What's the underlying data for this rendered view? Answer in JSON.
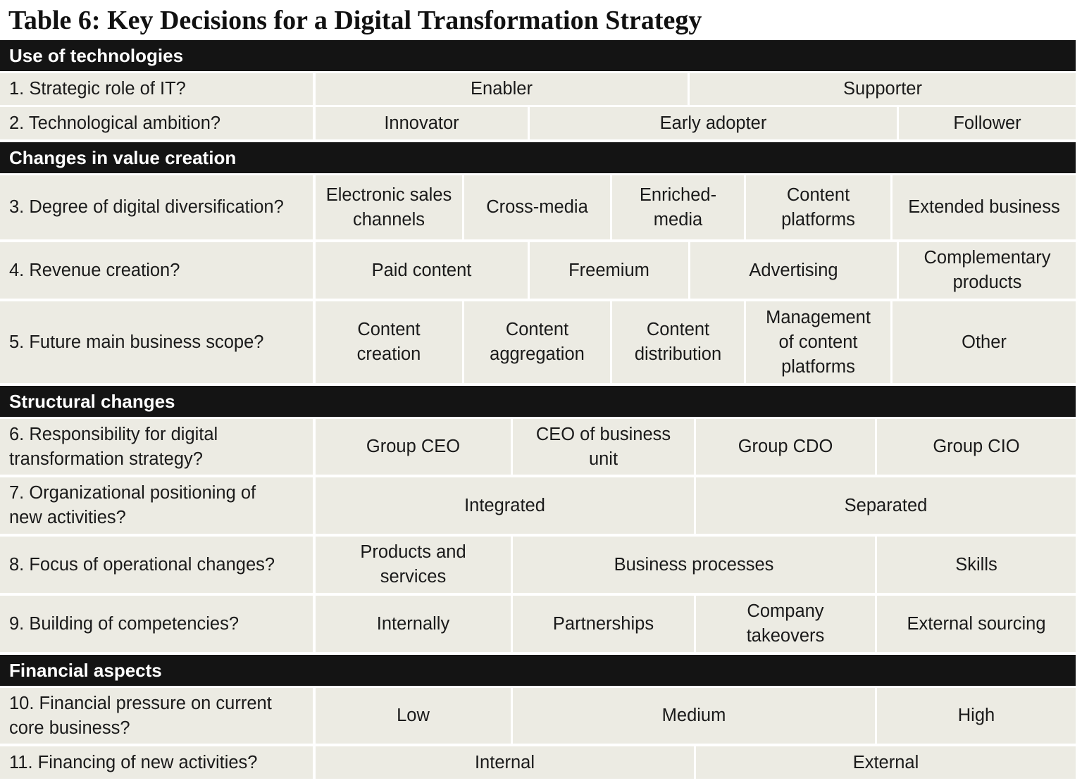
{
  "title": "Table 6: Key Decisions for a Digital Transformation Strategy",
  "sections": [
    {
      "label": "Use of technologies"
    },
    {
      "label": "Changes in value creation"
    },
    {
      "label": "Structural changes"
    },
    {
      "label": "Financial aspects"
    }
  ],
  "rows": [
    {
      "question": "1. Strategic role of IT?",
      "options": [
        "Enabler",
        "Supporter"
      ]
    },
    {
      "question": "2. Technological ambition?",
      "options": [
        "Innovator",
        "Early adopter",
        "Follower"
      ]
    },
    {
      "question": "3. Degree of digital diversification?",
      "options": [
        "Electronic sales\nchannels",
        "Cross-media",
        "Enriched-\nmedia",
        "Content\nplatforms",
        "Extended business"
      ]
    },
    {
      "question": "4. Revenue creation?",
      "options": [
        "Paid content",
        "Freemium",
        "Advertising",
        "Complementary\nproducts"
      ]
    },
    {
      "question": "5. Future main business scope?",
      "options": [
        "Content\ncreation",
        "Content\naggregation",
        "Content\ndistribution",
        "Management\nof content\nplatforms",
        "Other"
      ]
    },
    {
      "question": "6. Responsibility for digital\ntransformation strategy?",
      "options": [
        "Group CEO",
        "CEO of business\nunit",
        "Group CDO",
        "Group CIO"
      ]
    },
    {
      "question": "7. Organizational positioning of\nnew activities?",
      "options": [
        "Integrated",
        "Separated"
      ]
    },
    {
      "question": "8. Focus of operational changes?",
      "options": [
        "Products and\nservices",
        "Business processes",
        "Skills"
      ]
    },
    {
      "question": "9. Building of competencies?",
      "options": [
        "Internally",
        "Partnerships",
        "Company\ntakeovers",
        "External sourcing"
      ]
    },
    {
      "question": "10. Financial pressure on current\ncore business?",
      "options": [
        "Low",
        "Medium",
        "High"
      ]
    },
    {
      "question": "11. Financing of new activities?",
      "options": [
        "Internal",
        "External"
      ]
    }
  ]
}
